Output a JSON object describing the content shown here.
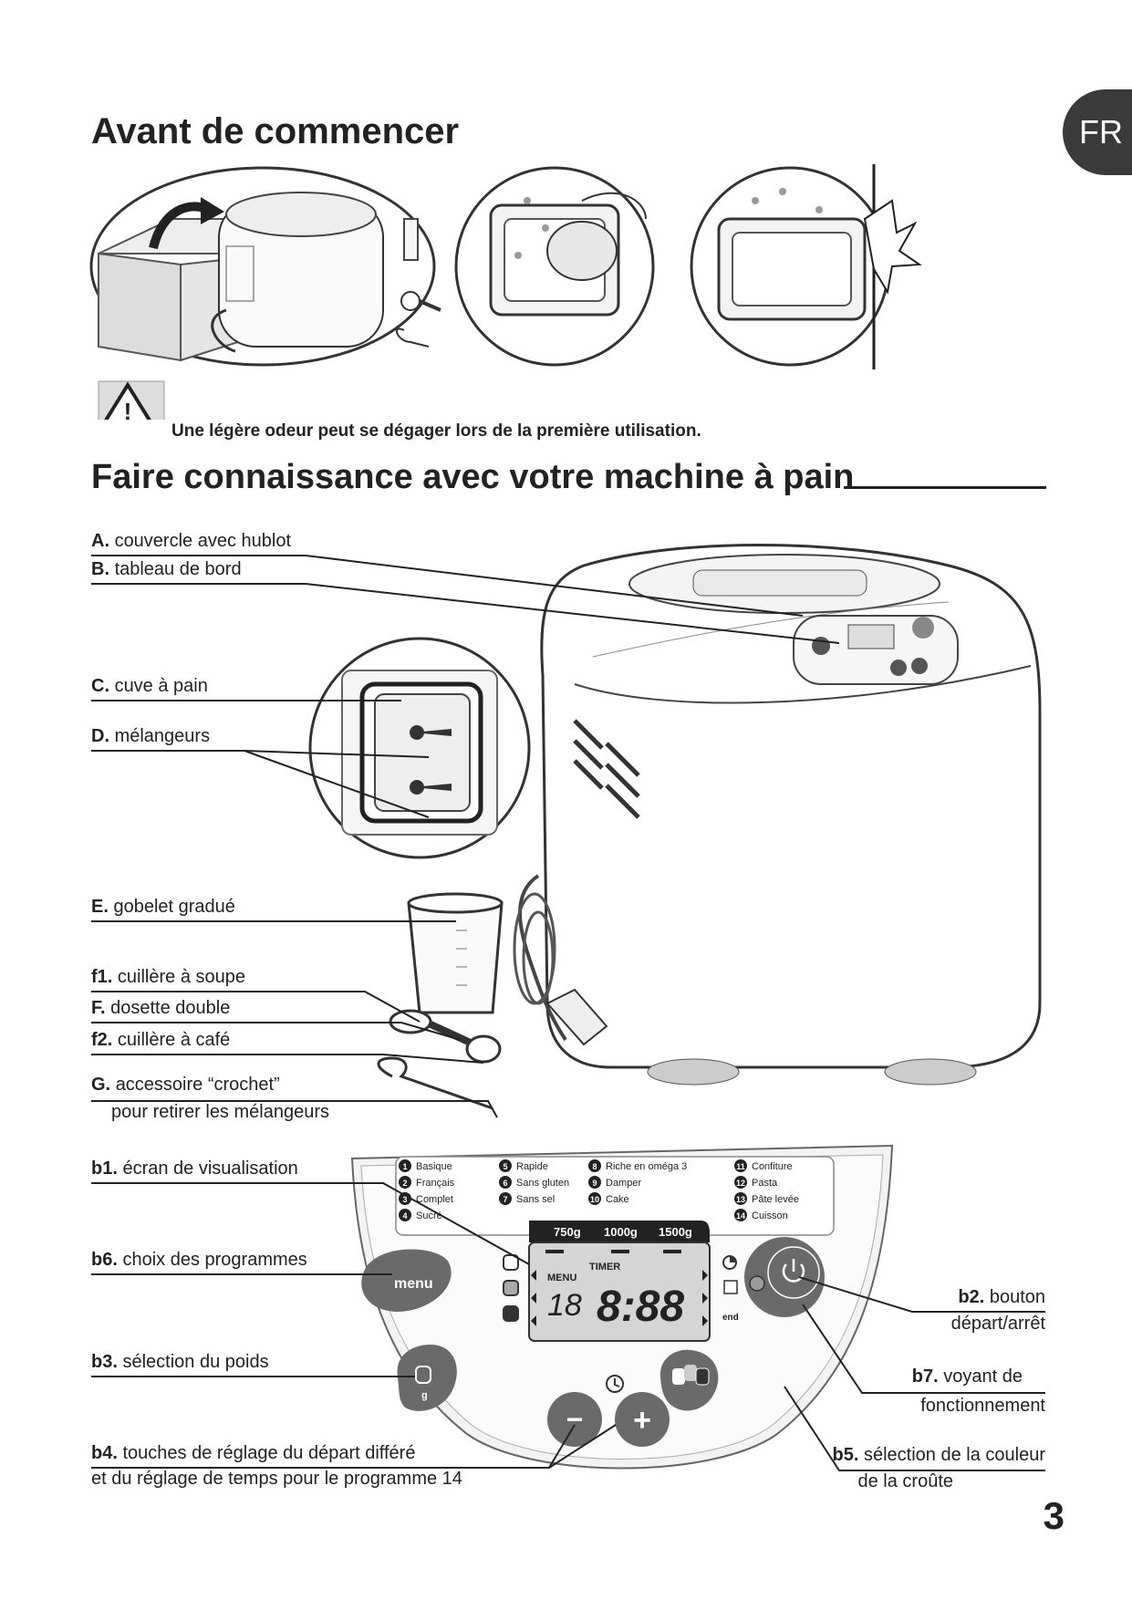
{
  "lang_tab": "FR",
  "section1_title": "Avant de commencer",
  "warning_text": "Une légère odeur peut se dégager lors de la première utilisation.",
  "section2_title": "Faire connaissance avec votre machine à pain",
  "labels": {
    "A": {
      "key": "A.",
      "text": "couvercle avec hublot"
    },
    "B": {
      "key": "B.",
      "text": "tableau de bord"
    },
    "C": {
      "key": "C.",
      "text": "cuve à pain"
    },
    "D": {
      "key": "D.",
      "text": "mélangeurs"
    },
    "E": {
      "key": "E.",
      "text": "gobelet gradué"
    },
    "f1": {
      "key": "f1.",
      "text": "cuillère à soupe"
    },
    "F": {
      "key": "F.",
      "text": "dosette double"
    },
    "f2": {
      "key": "f2.",
      "text": "cuillère à café"
    },
    "G": {
      "key": "G.",
      "text": "accessoire “crochet”",
      "text2": "pour retirer les mélangeurs"
    },
    "b1": {
      "key": "b1.",
      "text": "écran de visualisation"
    },
    "b6": {
      "key": "b6.",
      "text": "choix des programmes"
    },
    "b3": {
      "key": "b3.",
      "text": "sélection du poids"
    },
    "b4": {
      "key": "b4.",
      "text": "touches de réglage du départ différé",
      "text2": "et du  réglage de temps pour le programme 14"
    },
    "b2": {
      "key": "b2.",
      "text": "bouton",
      "text2": "départ/arrêt"
    },
    "b7": {
      "key": "b7.",
      "text": "voyant de",
      "text2": "fonctionnement"
    },
    "b5": {
      "key": "b5.",
      "text": "sélection de la couleur",
      "text2": "de la croûte"
    }
  },
  "panel": {
    "programs": [
      {
        "num": "1",
        "name": "Basique"
      },
      {
        "num": "2",
        "name": "Français"
      },
      {
        "num": "3",
        "name": "Complet"
      },
      {
        "num": "4",
        "name": "Sucré"
      },
      {
        "num": "5",
        "name": "Rapide"
      },
      {
        "num": "6",
        "name": "Sans gluten"
      },
      {
        "num": "7",
        "name": "Sans sel"
      },
      {
        "num": "8",
        "name": "Riche en oméga 3"
      },
      {
        "num": "9",
        "name": "Damper"
      },
      {
        "num": "10",
        "name": "Cake"
      },
      {
        "num": "11",
        "name": "Confiture"
      },
      {
        "num": "12",
        "name": "Pasta"
      },
      {
        "num": "13",
        "name": "Pâte levée"
      },
      {
        "num": "14",
        "name": "Cuisson"
      }
    ],
    "weights": [
      "750g",
      "1000g",
      "1500g"
    ],
    "timer_label": "TIMER",
    "menu_label": "MENU",
    "digits_small": "18",
    "digits_big": "8:88",
    "end_label": "end",
    "menu_button": "menu",
    "weight_button_letter": "g",
    "minus_symbol": "−",
    "plus_symbol": "+"
  },
  "page_number": "3"
}
